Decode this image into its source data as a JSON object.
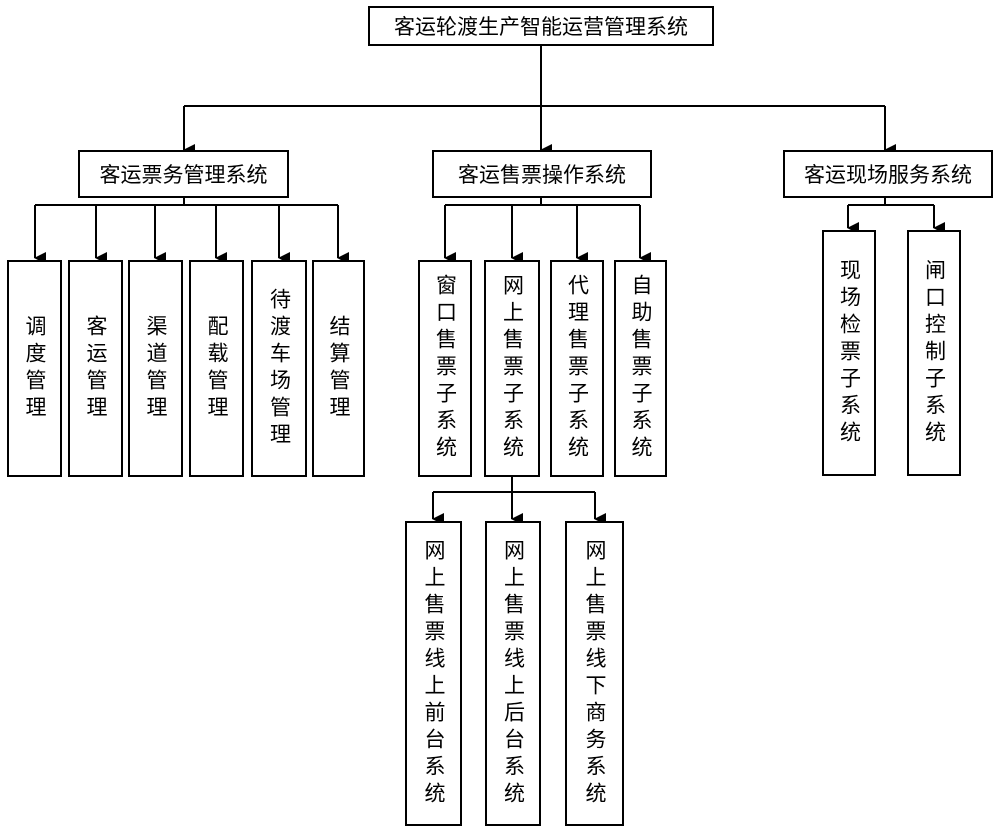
{
  "root": {
    "label": "客运轮渡生产智能运营管理系统"
  },
  "level1": [
    {
      "label": "客运票务管理系统",
      "children": [
        "调度管理",
        "客运管理",
        "渠道管理",
        "配载管理",
        "待渡车场管理",
        "结算管理"
      ]
    },
    {
      "label": "客运售票操作系统",
      "children": [
        "窗口售票子系统",
        "网上售票子系统",
        "代理售票子系统",
        "自助售票子系统"
      ]
    },
    {
      "label": "客运现场服务系统",
      "children": [
        "现场检票子系统",
        "闸口控制子系统"
      ]
    }
  ],
  "online_subsystems": [
    "网上售票线上前台系统",
    "网上售票线上后台系统",
    "网上售票线下商务系统"
  ]
}
